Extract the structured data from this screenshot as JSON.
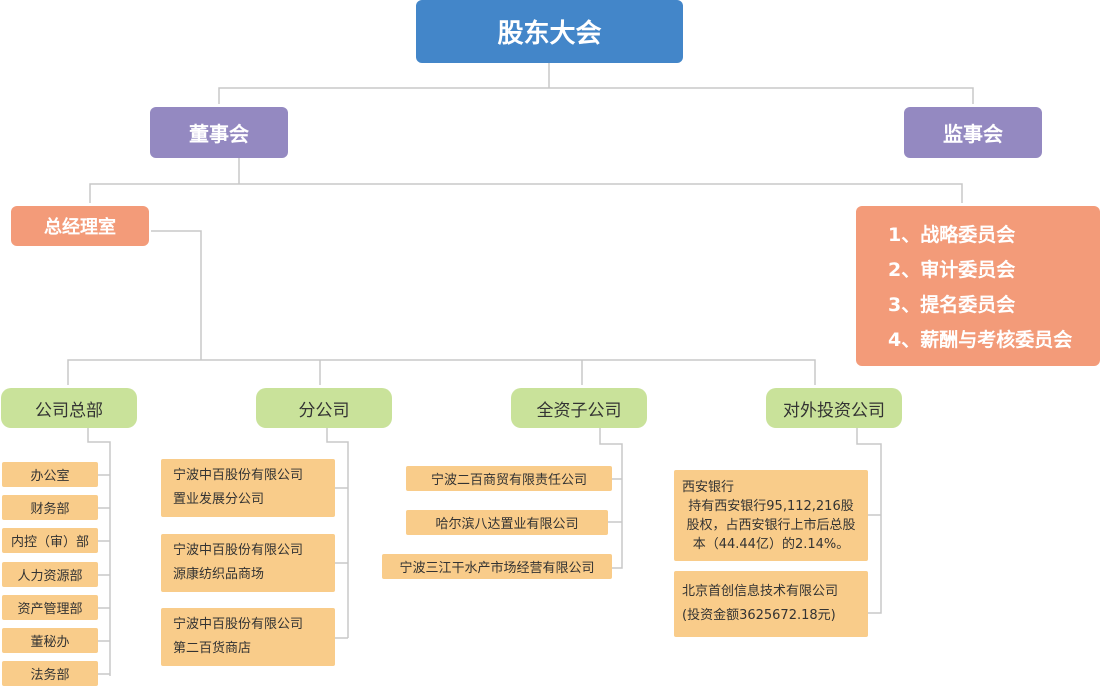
{
  "top": "股东大会",
  "board": "董事会",
  "supervisors": "监事会",
  "gm_office": "总经理室",
  "committees": [
    "1、战略委员会",
    "2、审计委员会",
    "3、提名委员会",
    "4、薪酬与考核委员会"
  ],
  "categories": {
    "hq": "公司总部",
    "branch": "分公司",
    "subsidiary": "全资子公司",
    "investment": "对外投资公司"
  },
  "hq_departments": [
    "办公室",
    "财务部",
    "内控（审）部",
    "人力资源部",
    "资产管理部",
    "董秘办",
    "法务部"
  ],
  "branches": [
    [
      "宁波中百股份有限公司",
      "置业发展分公司"
    ],
    [
      "宁波中百股份有限公司",
      "源康纺织品商场"
    ],
    [
      "宁波中百股份有限公司",
      "第二百货商店"
    ]
  ],
  "subsidiaries": [
    "宁波二百商贸有限责任公司",
    "哈尔滨八达置业有限公司",
    "宁波三江干水产市场经营有限公司"
  ],
  "investments": [
    [
      "西安银行",
      "持有西安银行95,112,216股股权，占西安银行上市后总股本（44.44亿）的2.14%。"
    ],
    [
      "北京首创信息技术有限公司",
      "(投资金额3625672.18元)"
    ]
  ],
  "colors": {
    "top": "#4386c9",
    "board": "#9489c1",
    "gm": "#f39b79",
    "category": "#c9e29a",
    "leaf": "#f9cc8a",
    "line": "#c8c8c8"
  }
}
